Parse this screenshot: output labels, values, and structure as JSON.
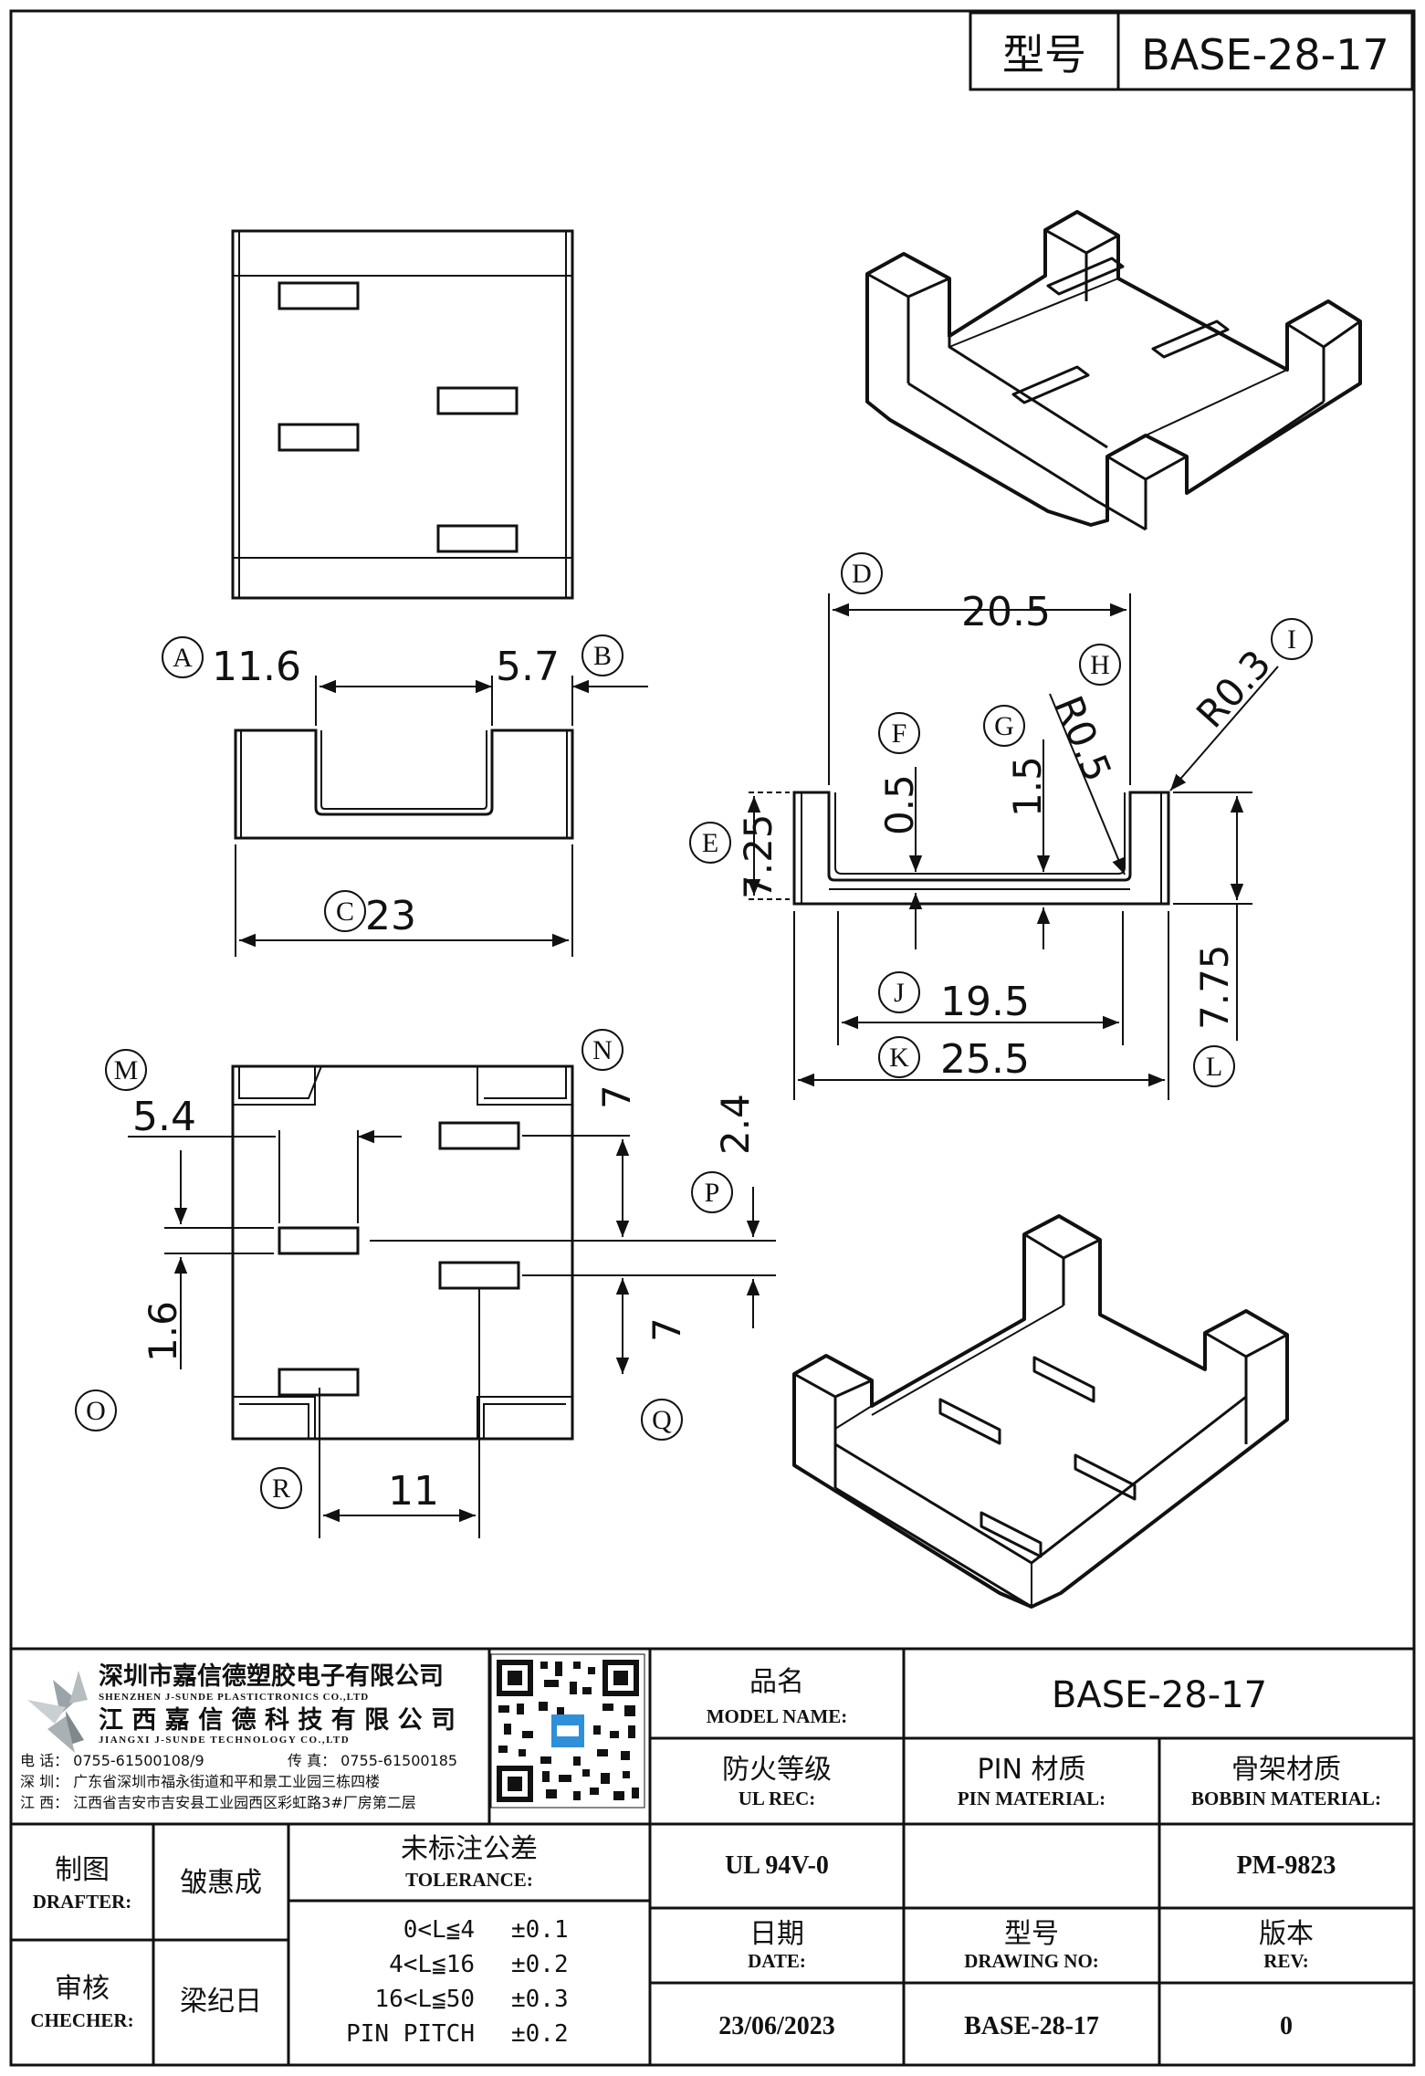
{
  "header": {
    "type_label": "型号",
    "model": "BASE-28-17"
  },
  "dimensions": {
    "a_11_6": "11.6",
    "b_5_7": "5.7",
    "c_23": "23",
    "d_20_5": "20.5",
    "r0_5": "R0.5",
    "r0_3": "R0.3",
    "f_0_5": "0.5",
    "g_1_5": "1.5",
    "e_7_25": "7.25",
    "j_19_5": "19.5",
    "k_25_5": "25.5",
    "l_7_75": "7.75",
    "m_5_4": "5.4",
    "n_7": "7",
    "p_2_4": "2.4",
    "q_7": "7",
    "o_1_6": "1.6",
    "r_11": "11"
  },
  "callouts": [
    "A",
    "B",
    "C",
    "D",
    "E",
    "F",
    "G",
    "H",
    "I",
    "J",
    "K",
    "L",
    "M",
    "N",
    "O",
    "P",
    "Q",
    "R"
  ],
  "company": {
    "name_cn_1": "深圳市嘉信德塑胶电子有限公司",
    "name_en_1": "SHENZHEN J-SUNDE PLASTICTRONICS CO.,LTD",
    "name_cn_2": "江 西 嘉 信 德 科 技 有 限 公 司",
    "name_en_2": "JIANGXI J-SUNDE TECHNOLOGY CO.,LTD",
    "phone": "电 话： 0755-61500108/9",
    "fax": "传 真： 0755-61500185",
    "addr_sz": "深 圳： 广东省深圳市福永街道和平和景工业园三栋四楼",
    "addr_jx": "江 西： 江西省吉安市吉安县工业园西区彩虹路3#厂房第二层"
  },
  "title_block": {
    "model_name_cn": "品名",
    "model_name_en": "MODEL NAME:",
    "model_name_value": "BASE-28-17",
    "ul_cn": "防火等级",
    "ul_en": "UL REC:",
    "pin_cn": "PIN 材质",
    "pin_en": "PIN MATERIAL:",
    "bobbin_cn": "骨架材质",
    "bobbin_en": "BOBBIN MATERIAL:",
    "ul_value": "UL 94V-0",
    "pin_value": "",
    "bobbin_value": "PM-9823",
    "drafter_cn": "制图",
    "drafter_en": "DRAFTER:",
    "drafter_name": "皱惠成",
    "checker_cn": "审核",
    "checker_en": "CHECHER:",
    "checker_name": "梁纪日",
    "tolerance_cn": "未标注公差",
    "tolerance_en": "TOLERANCE:",
    "tolerances": [
      {
        "range": "0<L≦4",
        "value": "±0.1"
      },
      {
        "range": "4<L≦16",
        "value": "±0.2"
      },
      {
        "range": "16<L≦50",
        "value": "±0.3"
      },
      {
        "range": "PIN PITCH",
        "value": "±0.2"
      }
    ],
    "date_cn": "日期",
    "date_en": "DATE:",
    "date_value": "23/06/2023",
    "drawing_no_cn": "型号",
    "drawing_no_en": "DRAWING NO:",
    "drawing_no_value": "BASE-28-17",
    "rev_cn": "版本",
    "rev_en": "REV:",
    "rev_value": "0"
  }
}
